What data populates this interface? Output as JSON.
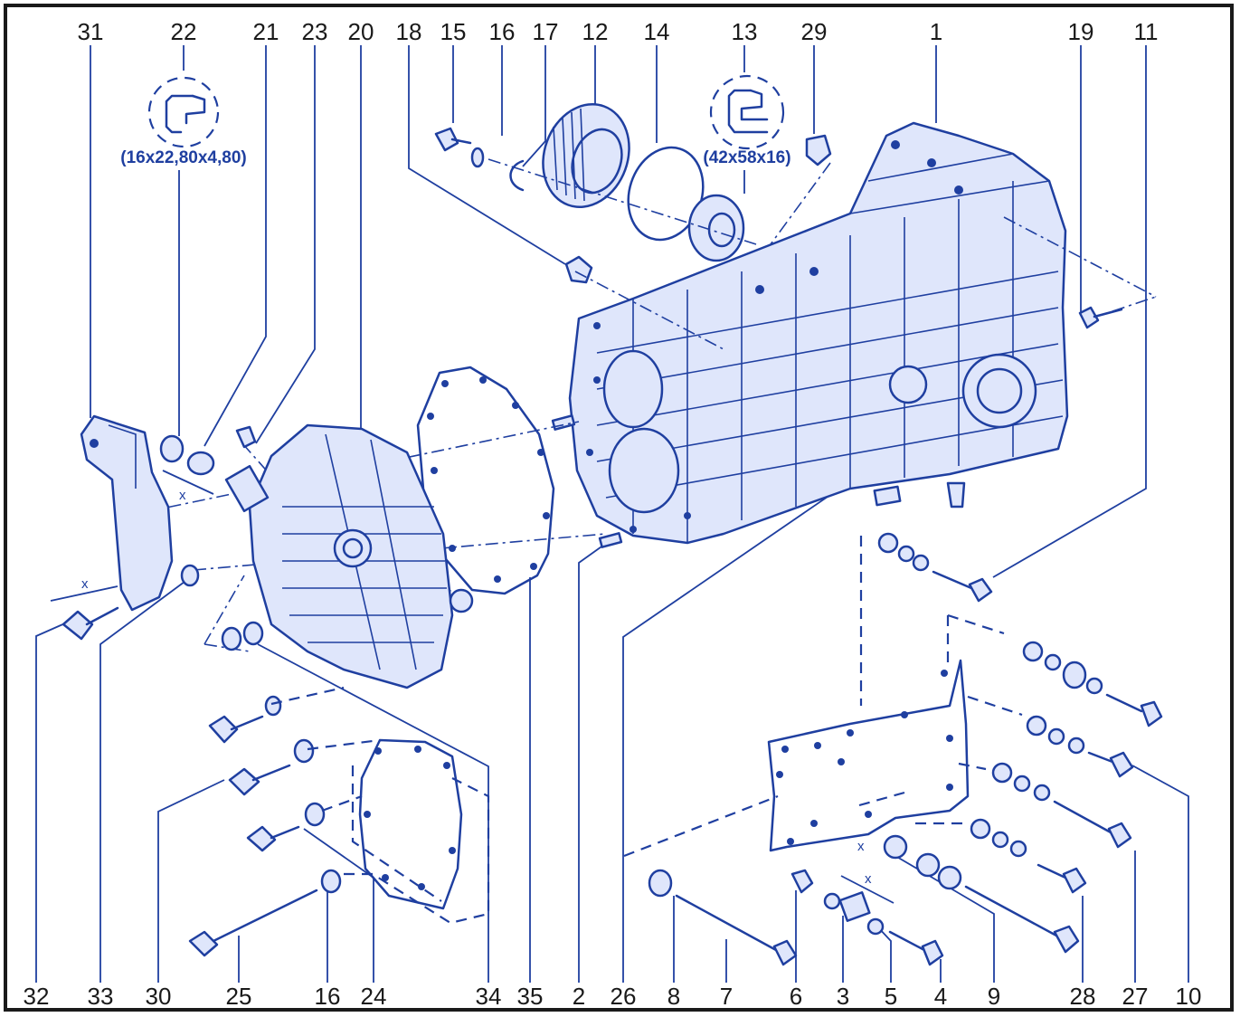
{
  "callouts_top": [
    "31",
    "22",
    "21",
    "23",
    "20",
    "18",
    "15",
    "16",
    "17",
    "12",
    "14",
    "13",
    "29",
    "1",
    "19",
    "11"
  ],
  "callouts_bottom": [
    "32",
    "33",
    "30",
    "25",
    "16",
    "24",
    "34",
    "35",
    "2",
    "26",
    "8",
    "7",
    "6",
    "3",
    "5",
    "4",
    "9",
    "28",
    "27",
    "10"
  ],
  "seal_labels": {
    "left": "(16x22,80x4,80)",
    "right": "(42x58x16)"
  },
  "dimension_marker": "x",
  "colors": {
    "ink": "#1f3fa0",
    "frame": "#1a1a1a",
    "background": "#ffffff"
  }
}
